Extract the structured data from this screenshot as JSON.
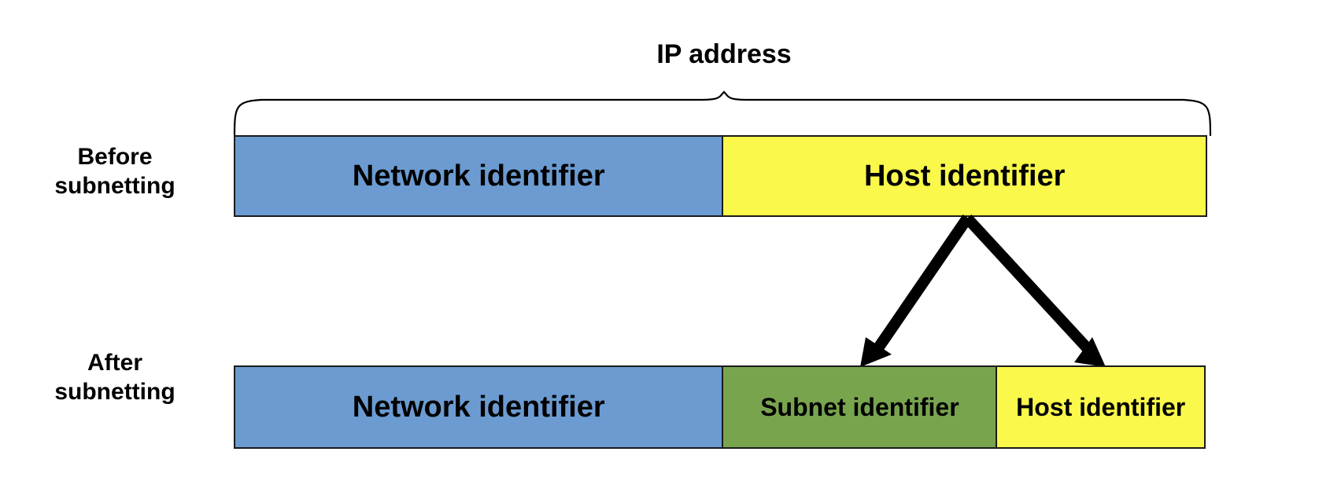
{
  "diagram": {
    "title": "IP address",
    "brace": {
      "icon": "curly-brace-down-icon",
      "span_label": "IP address"
    },
    "rows": [
      {
        "id": "before",
        "label": "Before\nsubnetting",
        "label_line1": "Before",
        "label_line2": "subnetting",
        "segments": [
          {
            "name": "network-identifier",
            "label": "Network identifier",
            "color": "#6B9BD1",
            "width_pct": 50.2,
            "text_size": "lg"
          },
          {
            "name": "host-identifier",
            "label": "Host identifier",
            "color": "#FAF84B",
            "width_pct": 49.8,
            "text_size": "lg"
          }
        ]
      },
      {
        "id": "after",
        "label": "After\nsubnetting",
        "label_line1": "After",
        "label_line2": "subnetting",
        "segments": [
          {
            "name": "network-identifier",
            "label": "Network identifier",
            "color": "#6B9BD1",
            "width_pct": 50.2,
            "text_size": "lg"
          },
          {
            "name": "subnet-identifier",
            "label": "Subnet identifier",
            "color": "#78A44E",
            "width_pct": 28.3,
            "text_size": "md"
          },
          {
            "name": "host-identifier",
            "label": "Host identifier",
            "color": "#FAF84B",
            "width_pct": 21.5,
            "text_size": "md"
          }
        ]
      }
    ],
    "arrows": {
      "icon": "split-arrows-icon",
      "count": 2,
      "from_label": "Host identifier",
      "to_labels": [
        "Subnet identifier",
        "Host identifier"
      ]
    },
    "colors": {
      "network": "#6B9BD1",
      "host": "#FAF84B",
      "subnet": "#78A44E",
      "outline": "#1a1a1a",
      "text": "#000000",
      "background": "#ffffff"
    }
  }
}
